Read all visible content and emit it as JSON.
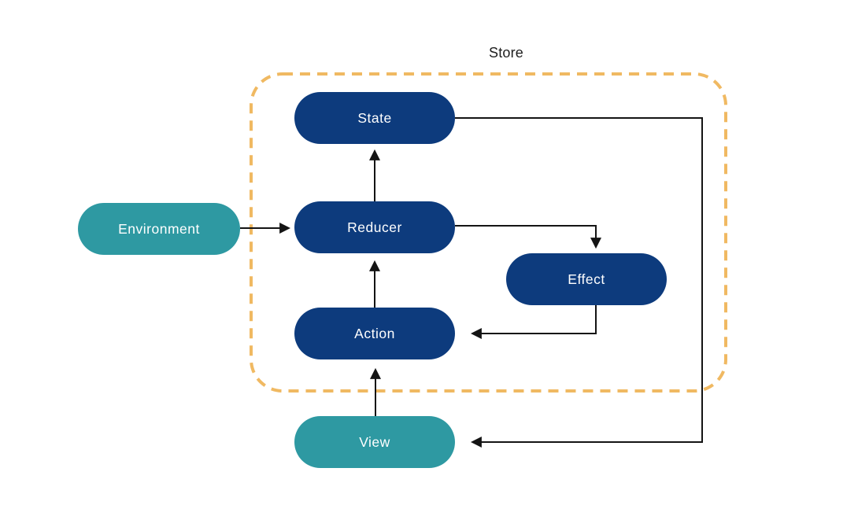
{
  "diagram": {
    "container": {
      "label": "Store"
    },
    "nodes": [
      {
        "id": "state",
        "label": "State",
        "kind": "store-internal"
      },
      {
        "id": "reducer",
        "label": "Reducer",
        "kind": "store-internal"
      },
      {
        "id": "effect",
        "label": "Effect",
        "kind": "store-internal"
      },
      {
        "id": "action",
        "label": "Action",
        "kind": "store-internal"
      },
      {
        "id": "environment",
        "label": "Environment",
        "kind": "external"
      },
      {
        "id": "view",
        "label": "View",
        "kind": "external"
      }
    ],
    "edges": [
      {
        "from": "Environment",
        "to": "Reducer"
      },
      {
        "from": "Reducer",
        "to": "State"
      },
      {
        "from": "Action",
        "to": "Reducer"
      },
      {
        "from": "View",
        "to": "Action"
      },
      {
        "from": "Reducer",
        "to": "Effect"
      },
      {
        "from": "Effect",
        "to": "Action"
      },
      {
        "from": "State",
        "to": "View"
      }
    ],
    "colors": {
      "node_primary": "#0d3b7d",
      "node_secondary": "#2e99a2",
      "container_border": "#f0b962",
      "arrow": "#141414",
      "node_text": "#ffffff",
      "title_text": "#1d1d1d",
      "background": "#ffffff"
    }
  }
}
